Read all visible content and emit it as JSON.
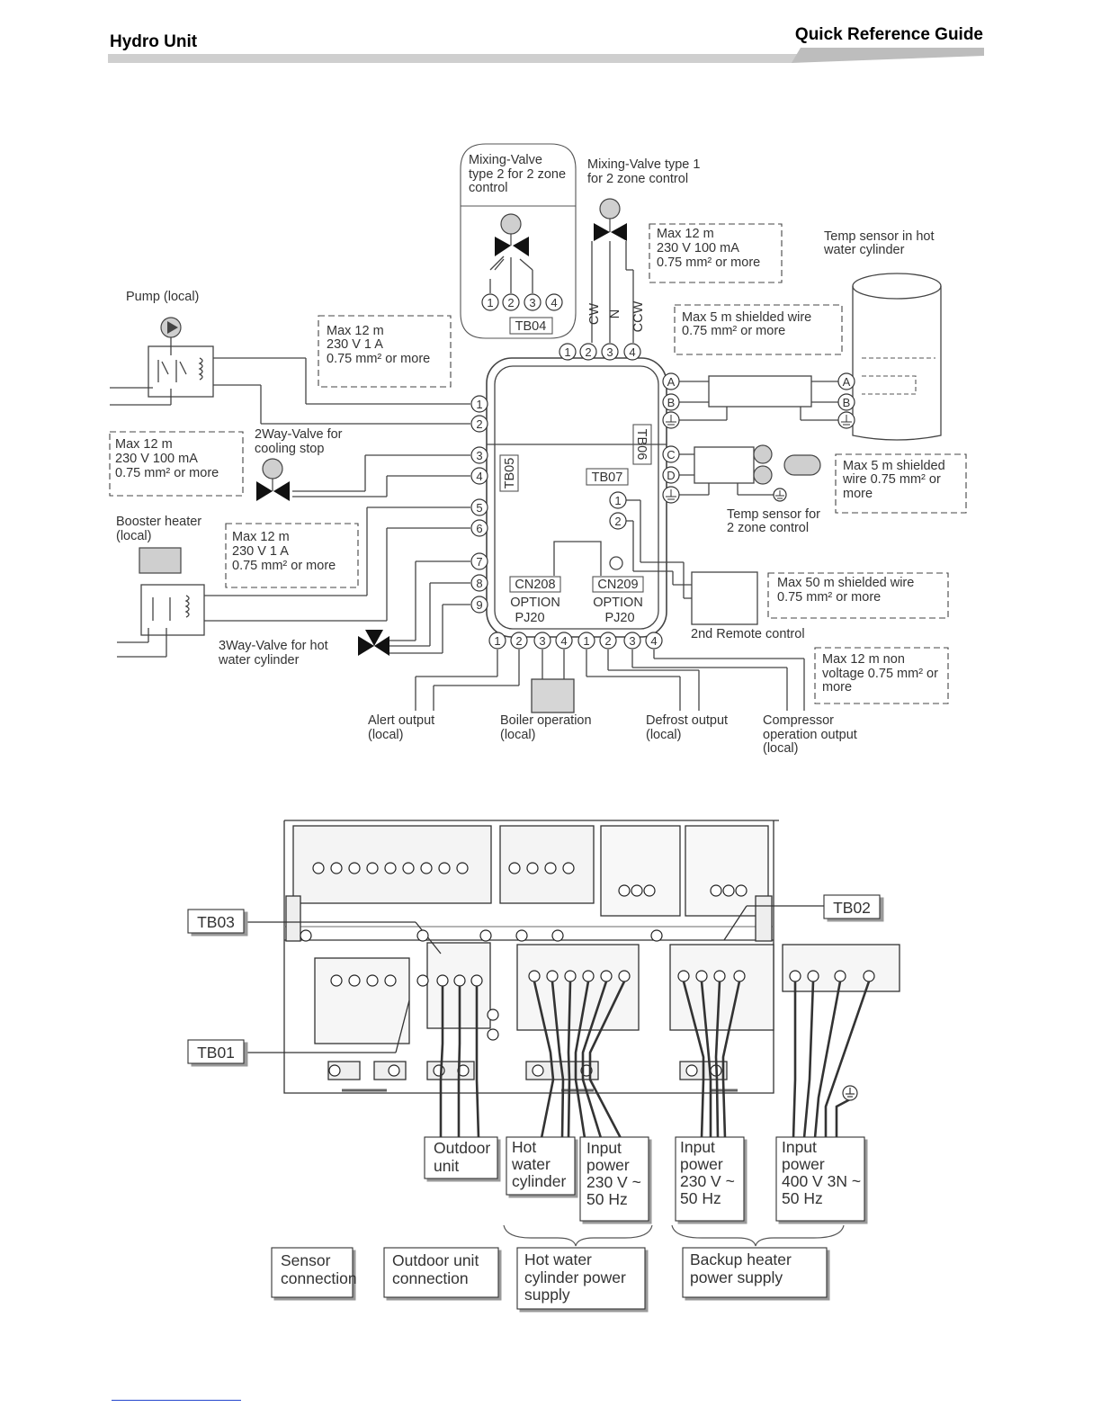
{
  "header": {
    "left_title": "Hydro Unit",
    "right_title": "Quick Reference Guide"
  },
  "diagram1": {
    "mixing_valve_2": [
      "Mixing-Valve",
      "type 2 for 2 zone",
      "control"
    ],
    "mixing_valve_1": [
      "Mixing-Valve type 1",
      "for 2 zone control"
    ],
    "tb04": "TB04",
    "tb05": "TB05",
    "tb06": "TB06",
    "tb07": "TB07",
    "spec_mv": [
      "Max 12 m",
      "230 V 100 mA",
      "0.75 mm² or more"
    ],
    "temp_sensor_hot": [
      "Temp sensor in hot",
      "water cylinder"
    ],
    "pump": "Pump (local)",
    "spec_pump": [
      "Max 12 m",
      "230 V 1 A",
      "0.75 mm² or more"
    ],
    "spec_shield5a": [
      "Max 5 m shielded wire",
      "0.75 mm² or more"
    ],
    "cw": "CW",
    "n": "N",
    "ccw": "CCW",
    "spec_2way": [
      "Max 12 m",
      "230 V 100 mA",
      "0.75 mm² or more"
    ],
    "twoway": [
      "2Way-Valve for",
      "cooling stop"
    ],
    "spec_shield5b": [
      "Max 5 m shielded",
      "wire 0.75 mm² or",
      "more"
    ],
    "temp_sensor_zone": [
      "Temp sensor for",
      "2 zone control"
    ],
    "booster": [
      "Booster heater",
      "(local)"
    ],
    "spec_booster": [
      "Max 12 m",
      "230 V 1 A",
      "0.75 mm² or more"
    ],
    "cn208": "CN208",
    "cn209": "CN209",
    "option": "OPTION",
    "pj20": "PJ20",
    "spec_shield50": [
      "Max 50 m shielded wire",
      "0.75 mm² or more"
    ],
    "remote2": "2nd Remote control",
    "threeway": [
      "3Way-Valve for hot",
      "water cylinder"
    ],
    "spec_nonvolt": [
      "Max 12 m non",
      "voltage 0.75 mm² or",
      "more"
    ],
    "alert": [
      "Alert output",
      "(local)"
    ],
    "boiler": [
      "Boiler operation",
      "(local)"
    ],
    "defrost": [
      "Defrost output",
      "(local)"
    ],
    "compressor": [
      "Compressor",
      "operation output",
      "(local)"
    ],
    "terminal_A": "A",
    "terminal_B": "B",
    "terminal_C": "C",
    "terminal_D": "D"
  },
  "diagram2": {
    "tb03": "TB03",
    "tb02": "TB02",
    "tb01": "TB01",
    "outdoor": [
      "Outdoor",
      "unit"
    ],
    "hotwater": [
      "Hot",
      "water",
      "cylinder"
    ],
    "input230a": [
      "Input",
      "power",
      "230 V ~",
      "50 Hz"
    ],
    "input230b": [
      "Input",
      "power",
      "230 V ~",
      "50 Hz"
    ],
    "input400": [
      "Input",
      "power",
      "400 V 3N ~",
      "50 Hz"
    ],
    "sensor_conn": [
      "Sensor",
      "connection"
    ],
    "outdoor_conn": [
      "Outdoor unit",
      "connection"
    ],
    "hw_power": [
      "Hot water",
      "cylinder power",
      "supply"
    ],
    "backup_power": [
      "Backup heater",
      "power supply"
    ]
  }
}
